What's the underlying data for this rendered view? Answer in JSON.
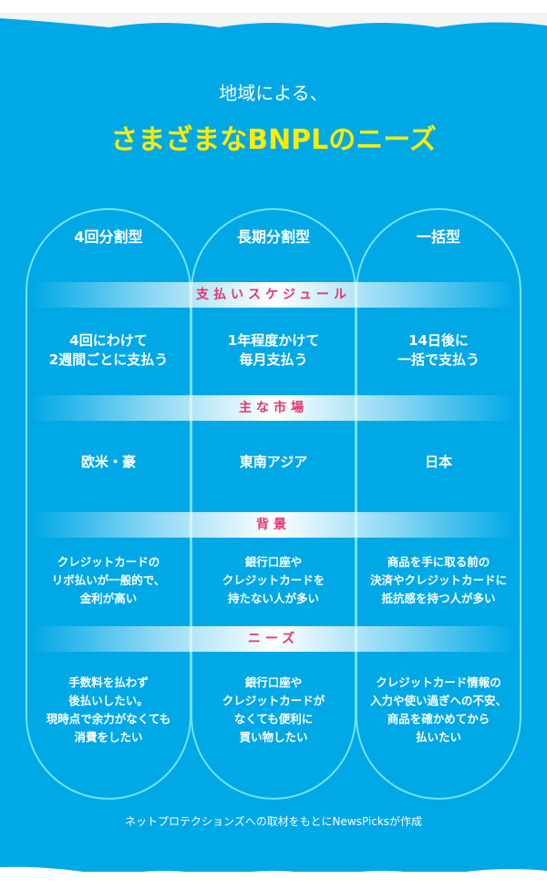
{
  "title": {
    "line1": "地域による、",
    "line2": "さまざまなBNPLのニーズ"
  },
  "columns": [
    {
      "header": "4回分割型",
      "schedule": "4回にわけて\n2週間ごとに支払う",
      "market": "欧米・豪",
      "background": "クレジットカードの\nリボ払いが一般的で、\n金利が高い",
      "needs": "手数料を払わず\n後払いしたい。\n現時点で余力がなくても\n消費をしたい"
    },
    {
      "header": "長期分割型",
      "schedule": "1年程度かけて\n毎月支払う",
      "market": "東南アジア",
      "background": "銀行口座や\nクレジットカードを\n持たない人が多い",
      "needs": "銀行口座や\nクレジットカードが\nなくても便利に\n買い物したい"
    },
    {
      "header": "一括型",
      "schedule": "14日後に\n一括で支払う",
      "market": "日本",
      "background": "商品を手に取る前の\n決済やクレジットカードに\n抵抗感を持つ人が多い",
      "needs": "クレジットカード情報の\n入力や使い過ぎへの不安、\n商品を確かめてから\n払いたい"
    }
  ],
  "bands": {
    "schedule": "支払いスケジュール",
    "market": "主な市場",
    "background": "背景",
    "needs": "ニーズ"
  },
  "footer": "ネットプロテクションズへの取材をもとにNewsPicksが作成",
  "colors": {
    "background": "#00a8e6",
    "title_accent": "#ffec00",
    "band_text": "#e6336f",
    "outline": "#6fe3f5"
  }
}
